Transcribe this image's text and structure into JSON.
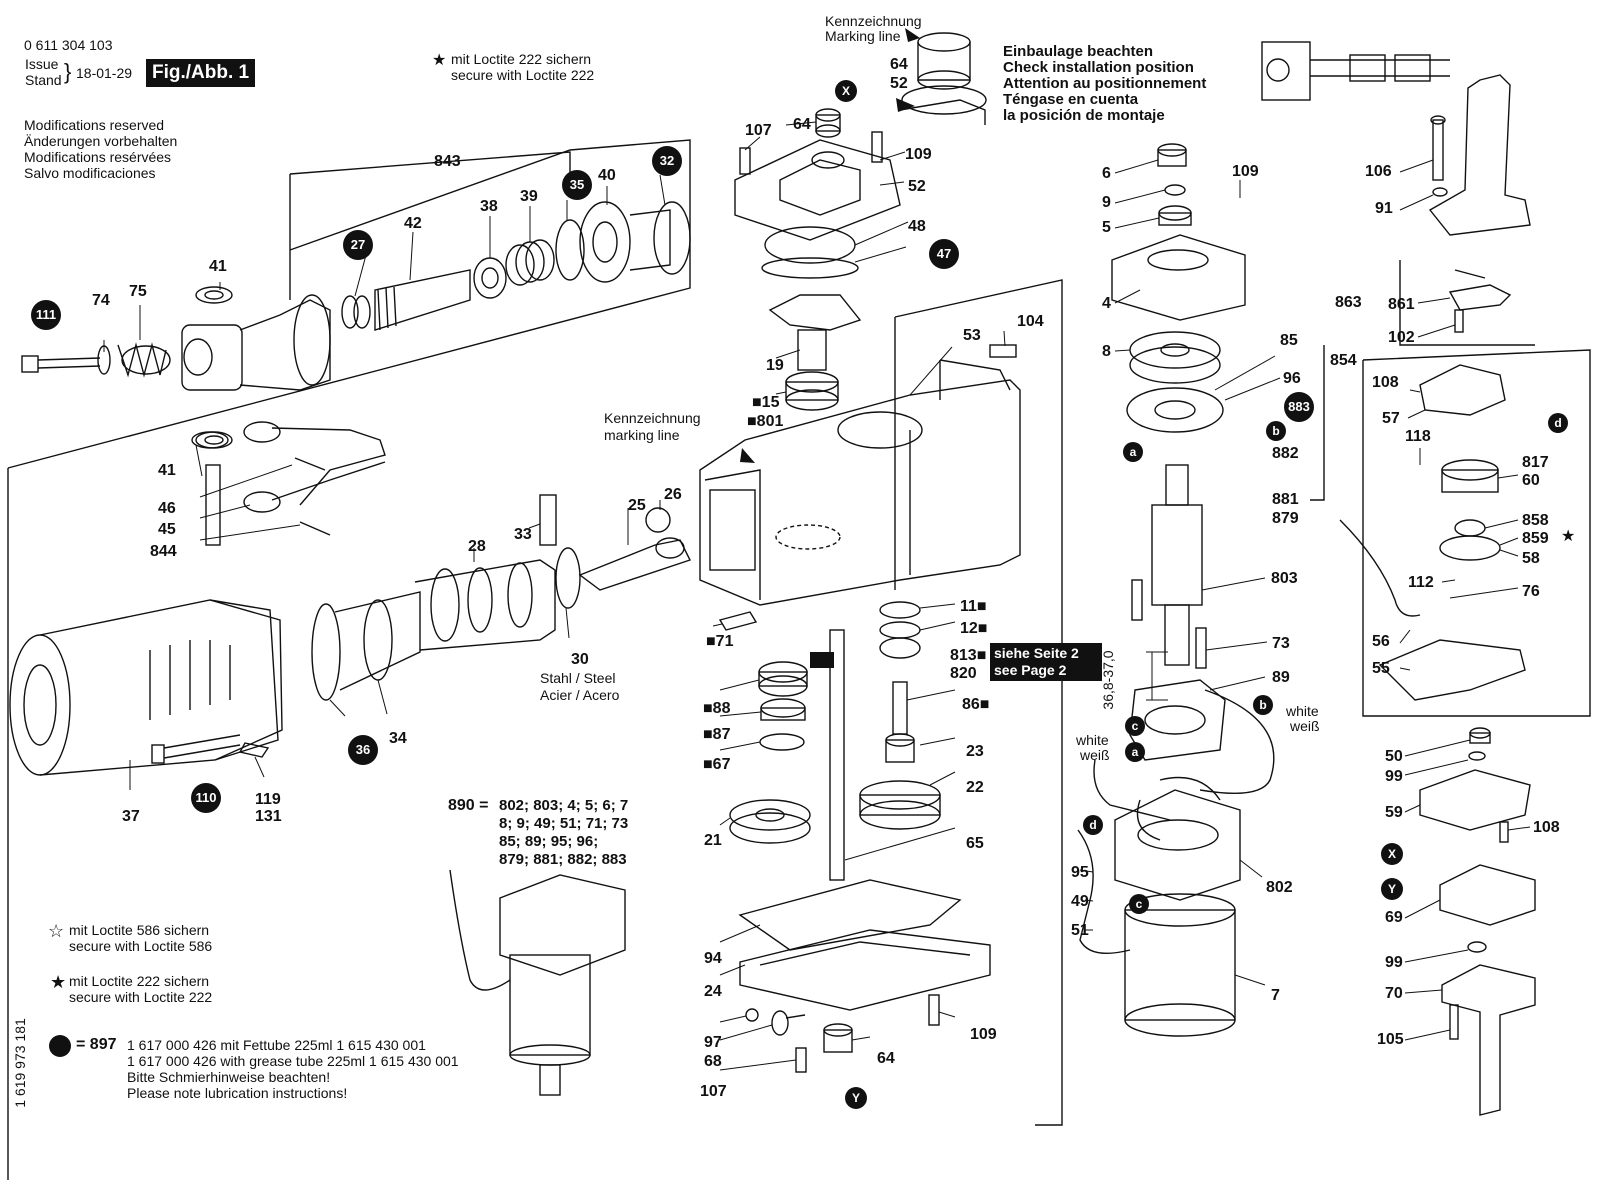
{
  "header": {
    "part_number": "0 611 304 103",
    "issue_label": "Issue",
    "stand_label": "Stand",
    "issue_date": "18-01-29",
    "fig_label": "Fig./Abb. 1",
    "modifications": [
      "Modifications reserved",
      "Änderungen vorbehalten",
      "Modifications resérvées",
      "Salvo modificaciones"
    ],
    "loctite_222_top": [
      "mit Loctite 222 sichern",
      "secure with Loctite 222"
    ]
  },
  "installation_note": [
    "Einbaulage beachten",
    "Check installation position",
    "Attention au positionnement",
    "Téngase en cuenta",
    "la posición de montaje"
  ],
  "marking_top": [
    "Kennzeichnung",
    "Marking line"
  ],
  "marking_mid": [
    "Kennzeichnung",
    "marking line"
  ],
  "material": [
    "Stahl / Steel",
    "Acier / Acero"
  ],
  "see_page": [
    "siehe Seite 2",
    "see Page 2"
  ],
  "dimension": "36,8-37,0",
  "wire_white_right": [
    "white",
    "weiß"
  ],
  "wire_white_left": [
    "white",
    "weiß"
  ],
  "kit_890": {
    "label": "890 =",
    "lines": [
      "802; 803; 4; 5; 6; 7",
      "8; 9; 49; 51; 71; 73",
      "85; 89; 95; 96;",
      "879; 881; 882; 883"
    ]
  },
  "legend": {
    "loctite_586": [
      "mit Loctite 586 sichern",
      "secure with Loctite 586"
    ],
    "loctite_222": [
      "mit Loctite 222 sichern",
      "secure with Loctite 222"
    ],
    "grease_code": "= 897",
    "grease_lines": [
      "1 617 000 426 mit Fettube 225ml 1 615 430 001",
      "1 617 000 426 with grease tube 225ml 1 615 430 001",
      "Bitte Schmierhinweise beachten!",
      "Please note lubrication instructions!"
    ]
  },
  "side_code": "1 619 973 181",
  "labels": {
    "l843": "843",
    "l41a": "41",
    "l74": "74",
    "l75": "75",
    "l42": "42",
    "l38": "38",
    "l39": "39",
    "l40": "40",
    "l41b": "41",
    "l46": "46",
    "l45": "45",
    "l844": "844",
    "l107a": "107",
    "l64a": "64",
    "l109a": "109",
    "l52a": "52",
    "l48": "48",
    "l64t": "64",
    "l52t": "52",
    "l19": "19",
    "l15": "15",
    "l801": "801",
    "l53": "53",
    "l104": "104",
    "l33": "33",
    "l25": "25",
    "l26": "26",
    "l28": "28",
    "l30": "30",
    "l34": "34",
    "l37": "37",
    "l119": "119",
    "l131": "131",
    "l71": "71",
    "l11": "11",
    "l12": "12",
    "l813": "813",
    "l820": "820",
    "l86": "86",
    "l88": "88",
    "l87": "87",
    "l67": "67",
    "l23": "23",
    "l22": "22",
    "l21": "21",
    "l65": "65",
    "l94": "94",
    "l24": "24",
    "l97": "97",
    "l68": "68",
    "l107b": "107",
    "l109b": "109",
    "l64b": "64",
    "l6": "6",
    "l9": "9",
    "l5": "5",
    "l4": "4",
    "l109c": "109",
    "l8": "8",
    "l85": "85",
    "l96": "96",
    "l882": "882",
    "l881": "881",
    "l879": "879",
    "l803": "803",
    "l73": "73",
    "l89": "89",
    "l95": "95",
    "l49": "49",
    "l51": "51",
    "l802": "802",
    "l7": "7",
    "l106": "106",
    "l91": "91",
    "l863": "863",
    "l861": "861",
    "l102": "102",
    "l854": "854",
    "l108a": "108",
    "l57": "57",
    "l118": "118",
    "l817": "817",
    "l60": "60",
    "l858": "858",
    "l859": "859",
    "l58": "58",
    "l112": "112",
    "l76": "76",
    "l56": "56",
    "l55": "55",
    "l50": "50",
    "l99a": "99",
    "l59": "59",
    "l108b": "108",
    "l69": "69",
    "l99b": "99",
    "l70": "70",
    "l105": "105"
  },
  "badges": {
    "b111": "111",
    "b27": "27",
    "b35": "35",
    "b32": "32",
    "b47": "47",
    "b883": "883",
    "b36": "36",
    "b110": "110",
    "bX1": "X",
    "bY1": "Y",
    "bX2": "X",
    "bY2": "Y"
  },
  "wire_letters": {
    "a1": "a",
    "b1": "b",
    "d1": "d",
    "c1": "c",
    "a2": "a",
    "b2": "b",
    "d2": "d",
    "c2": "c"
  }
}
